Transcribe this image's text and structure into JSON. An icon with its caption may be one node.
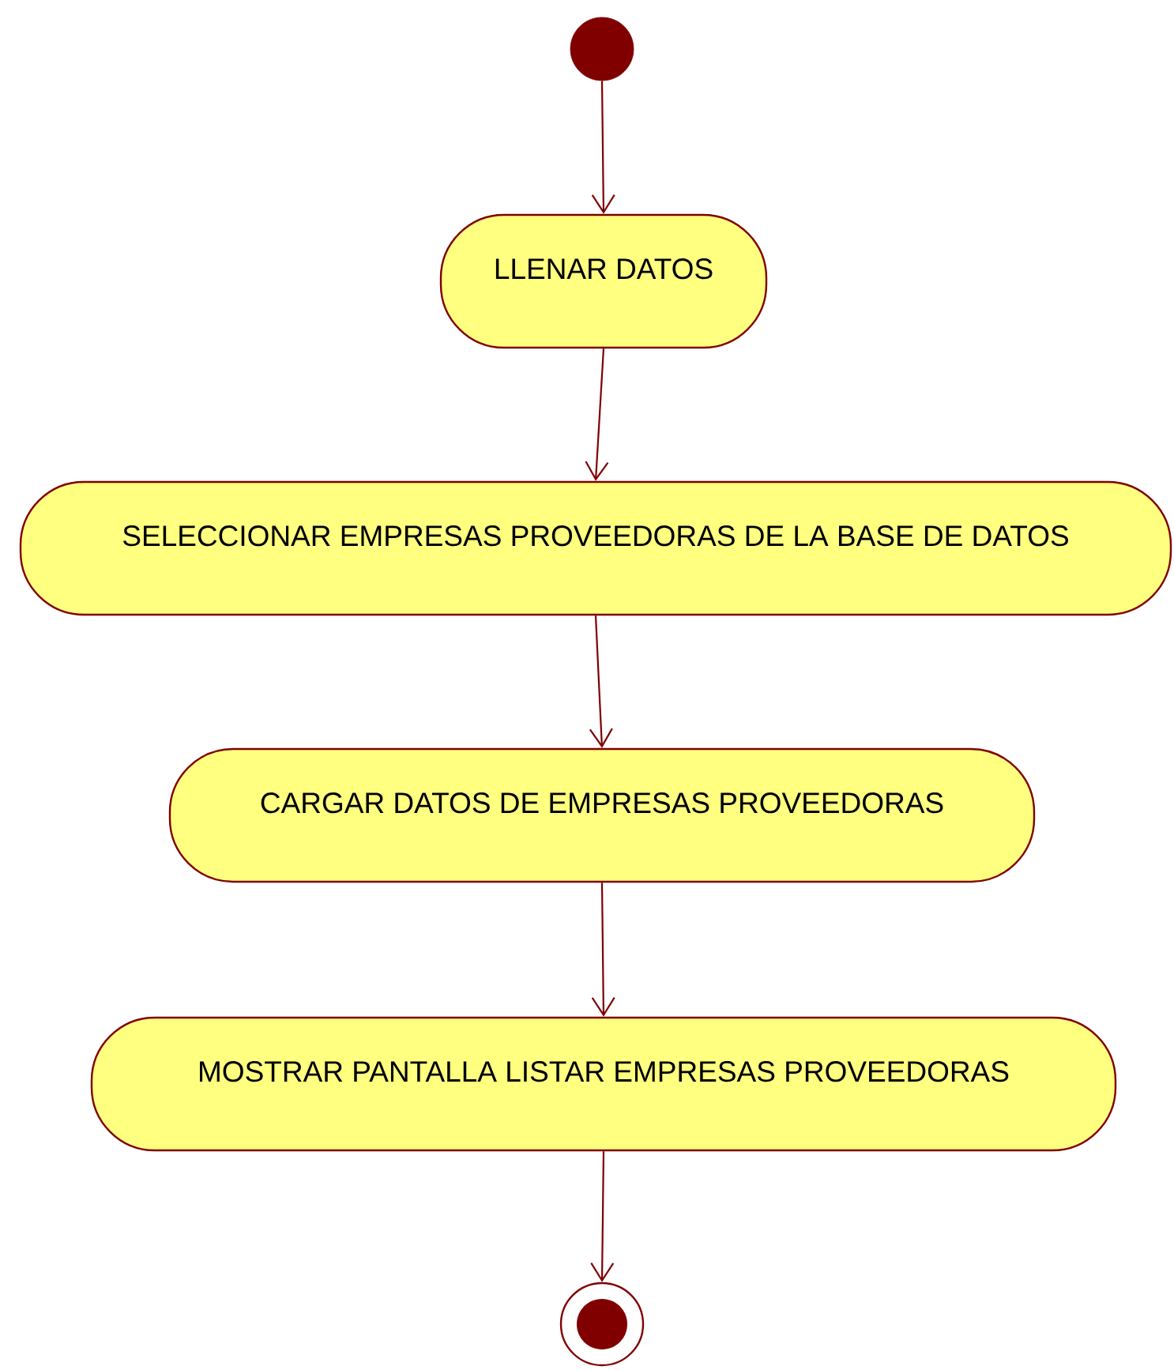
{
  "diagram": {
    "nodes": [
      {
        "text": [],
        "shape": "circle"
      },
      {
        "text": [
          "LLENAR DATOS"
        ]
      },
      {
        "text": [
          "SELECCIONAR EMPRESAS PROVEEDORAS DE LA BASE DE DATOS"
        ]
      },
      {
        "text": [
          "CARGAR DATOS DE EMPRESAS PROVEEDORAS"
        ]
      },
      {
        "text": [
          "MOSTRAR PANTALLA LISTAR EMPRESAS PROVEEDORAS"
        ]
      },
      {
        "text": [],
        "shape": "bullseye"
      }
    ],
    "edges": [
      {
        "from": 0,
        "to": 1,
        "arrow": "to"
      },
      {
        "from": 1,
        "to": 2,
        "arrow": "to"
      },
      {
        "from": 2,
        "to": 3,
        "arrow": "to"
      },
      {
        "from": 3,
        "to": 4,
        "arrow": "to"
      },
      {
        "from": 4,
        "to": 5,
        "arrow": "to"
      }
    ]
  }
}
